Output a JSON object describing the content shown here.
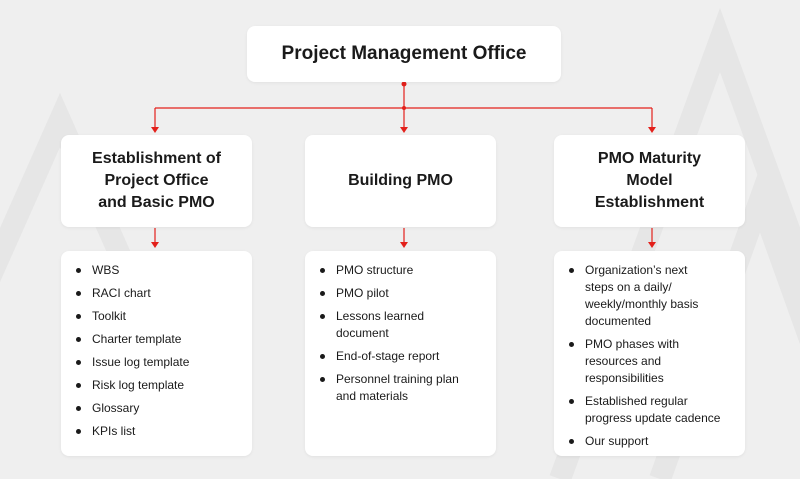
{
  "root": {
    "title": "Project Management Office"
  },
  "columns": [
    {
      "heading": "Establishment of\nProject Office\nand Basic PMO",
      "items": [
        "WBS",
        "RACI chart",
        "Toolkit",
        "Charter template",
        "Issue log template",
        "Risk log template",
        "Glossary",
        "KPIs list"
      ]
    },
    {
      "heading": "Building PMO",
      "items": [
        "PMO structure",
        "PMO pilot",
        "Lessons learned\ndocument",
        "End-of-stage report",
        "Personnel training plan\nand materials"
      ]
    },
    {
      "heading": "PMO Maturity\nModel\nEstablishment",
      "items": [
        "Organization’s next\nsteps on a   daily/\nweekly/monthly basis\ndocumented",
        "PMO phases with\nresources and\nresponsibilities",
        "Established regular\nprogress update cadence",
        "Our support"
      ]
    }
  ],
  "colors": {
    "accent": "#e3201b",
    "background": "#efefef",
    "card": "#ffffff",
    "text": "#1a1a1a"
  }
}
